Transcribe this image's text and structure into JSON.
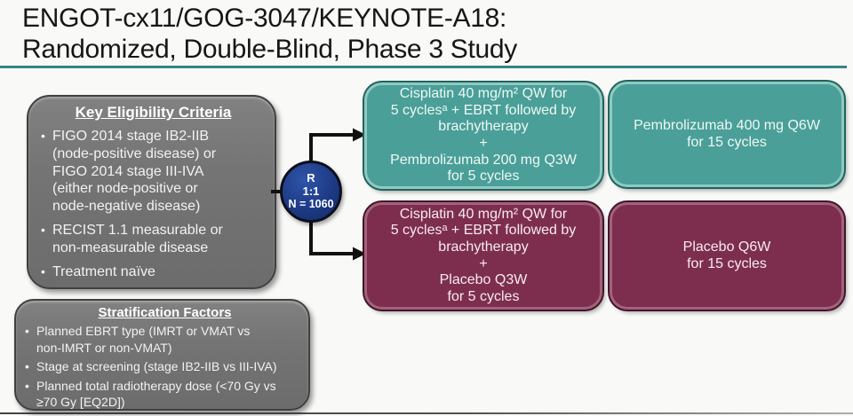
{
  "title": {
    "line1": "ENGOT-cx11/GOG-3047/KEYNOTE-A18:",
    "line2": "Randomized, Double-Blind, Phase 3 Study"
  },
  "glyphs": {
    "bullet": "•"
  },
  "eligibility": {
    "heading": "Key Eligibility Criteria",
    "bullets": [
      [
        "FIGO 2014 stage IB2-IIB",
        "(node-positive disease) or",
        "FIGO 2014 stage III-IVA",
        "(either node-positive or",
        "node-negative disease)"
      ],
      [
        "RECIST 1.1 measurable or",
        "non-measurable disease"
      ],
      [
        "Treatment naïve"
      ]
    ]
  },
  "stratification": {
    "heading": "Stratification Factors",
    "bullets": [
      [
        "Planned EBRT type (IMRT or VMAT vs",
        "non-IMRT or non-VMAT)"
      ],
      [
        "Stage at screening (stage IB2-IIB vs III-IVA)"
      ],
      [
        "Planned total radiotherapy dose (<70 Gy vs",
        "≥70 Gy [EQ2D])"
      ]
    ]
  },
  "randomization": {
    "letter": "R",
    "ratio": "1:1",
    "n": "N = 1060"
  },
  "arms": [
    {
      "name": "pembrolizumab chemoradiotherapy arm",
      "lines": [
        "Cisplatin 40 mg/m² QW for",
        "5 cyclesᵃ + EBRT followed by",
        "brachytherapy",
        "+",
        "Pembrolizumab 200 mg Q3W",
        "for 5 cycles"
      ]
    },
    {
      "name": "pembrolizumab maintenance arm",
      "lines": [
        "Pembrolizumab 400 mg Q6W",
        "for 15 cycles"
      ]
    },
    {
      "name": "placebo chemoradiotherapy arm",
      "lines": [
        "Cisplatin 40 mg/m² QW for",
        "5 cyclesᵃ + EBRT followed by",
        "brachytherapy",
        "+",
        "Placebo Q3W",
        "for 5 cycles"
      ]
    },
    {
      "name": "placebo maintenance arm",
      "lines": [
        "Placebo Q6W",
        "for 15 cycles"
      ]
    }
  ],
  "colors": {
    "teal_arm": "#4a9f98",
    "maroon_arm": "#7d2e4e",
    "gray_box": "#747474",
    "randomization_circle": "#1d3a85",
    "title_rule": "#35858b",
    "arrow": "#111111"
  }
}
